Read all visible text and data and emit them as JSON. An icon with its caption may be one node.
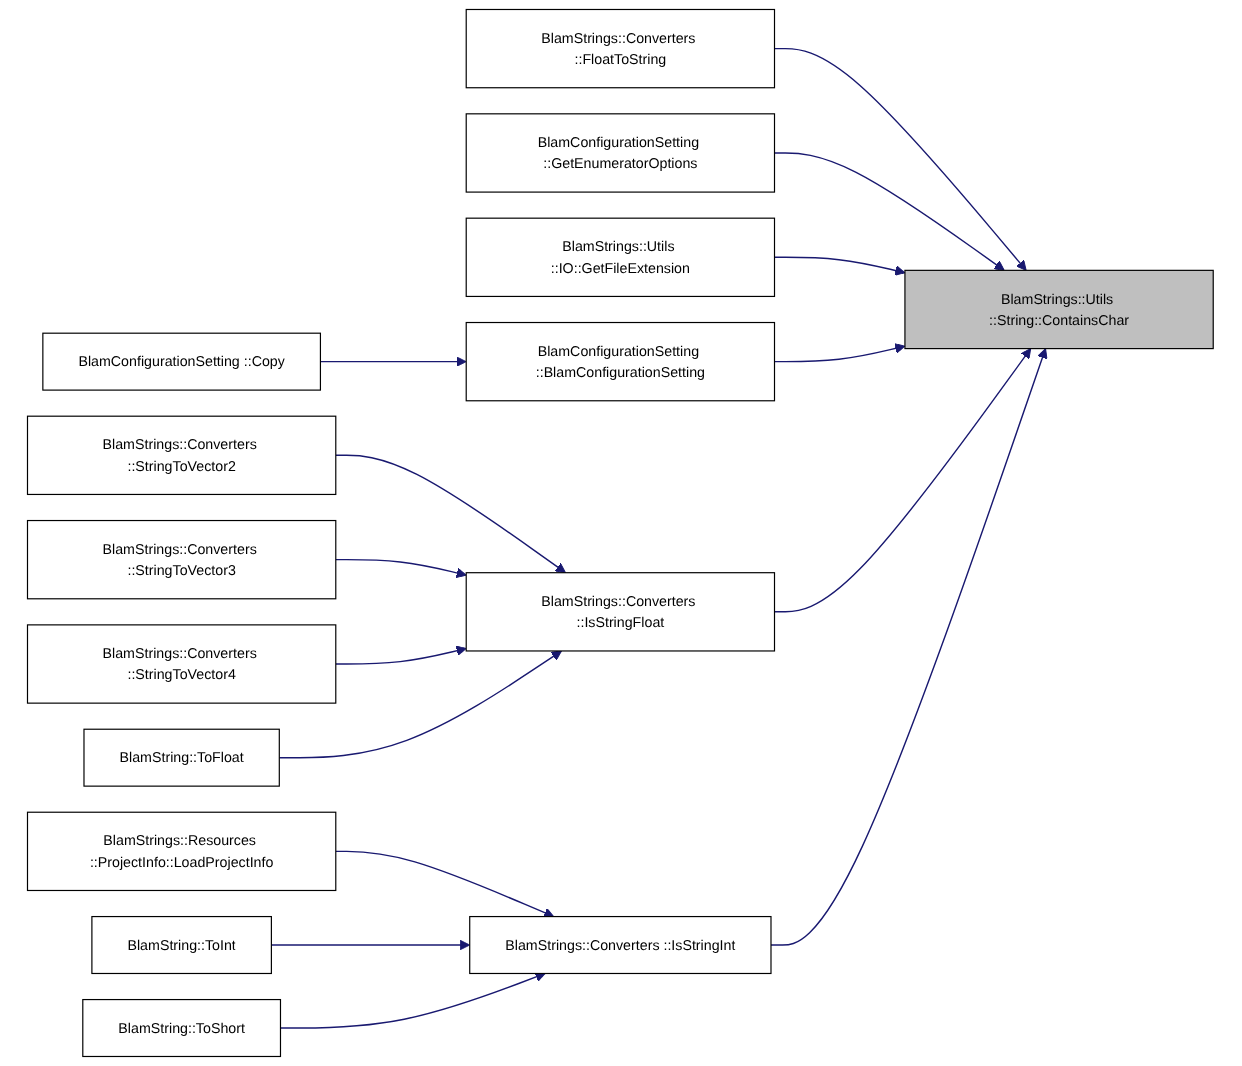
{
  "diagram": {
    "nodes": [
      {
        "text": [
          "BlamConfigurationSetting ::Copy"
        ]
      },
      {
        "text": [
          "BlamStrings::Converters ::StringToVector2"
        ]
      },
      {
        "text": [
          "BlamStrings::Converters ::StringToVector3"
        ]
      },
      {
        "text": [
          "BlamStrings::Converters ::StringToVector4"
        ]
      },
      {
        "text": [
          "BlamString::ToFloat"
        ]
      },
      {
        "text": [
          "BlamStrings::Resources ::ProjectInfo::LoadProjectInfo"
        ]
      },
      {
        "text": [
          "BlamString::ToInt"
        ]
      },
      {
        "text": [
          "BlamString::ToShort"
        ]
      },
      {
        "text": [
          "BlamConfigurationSetting ::BlamConfigurationSetting"
        ]
      },
      {
        "text": [
          "BlamStrings::Converters ::FloatToString"
        ]
      },
      {
        "text": [
          "BlamConfigurationSetting ::GetEnumeratorOptions"
        ]
      },
      {
        "text": [
          "BlamStrings::Utils ::IO::GetFileExtension"
        ]
      },
      {
        "text": [
          "BlamStrings::Converters ::IsStringFloat"
        ]
      },
      {
        "text": [
          "BlamStrings::Converters ::IsStringInt"
        ]
      },
      {
        "text": [
          "BlamStrings::Utils ::String::ContainsChar"
        ]
      }
    ],
    "edges": [
      {
        "from": 9,
        "to": 14,
        "arrow": "to"
      },
      {
        "from": 10,
        "to": 14,
        "arrow": "to"
      },
      {
        "from": 11,
        "to": 14,
        "arrow": "to"
      },
      {
        "from": 0,
        "to": 8,
        "arrow": "to"
      },
      {
        "from": 8,
        "to": 14,
        "arrow": "to"
      },
      {
        "from": 1,
        "to": 12,
        "arrow": "to"
      },
      {
        "from": 2,
        "to": 12,
        "arrow": "to"
      },
      {
        "from": 3,
        "to": 12,
        "arrow": "to"
      },
      {
        "from": 4,
        "to": 12,
        "arrow": "to"
      },
      {
        "from": 12,
        "to": 14,
        "arrow": "to"
      },
      {
        "from": 5,
        "to": 13,
        "arrow": "to"
      },
      {
        "from": 6,
        "to": 13,
        "arrow": "to"
      },
      {
        "from": 7,
        "to": 13,
        "arrow": "to"
      },
      {
        "from": 13,
        "to": 14,
        "arrow": "to"
      }
    ]
  }
}
